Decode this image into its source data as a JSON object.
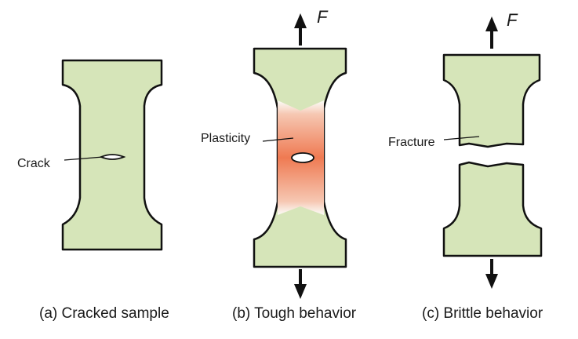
{
  "panels": {
    "a": {
      "caption": "(a) Cracked sample",
      "label": "Crack"
    },
    "b": {
      "caption": "(b) Tough behavior",
      "label": "Plasticity",
      "force": "F"
    },
    "c": {
      "caption": "(c) Brittle behavior",
      "label": "Fracture",
      "force": "F"
    }
  },
  "colors": {
    "specimen": "#d6e5b9",
    "plastic_zone": "#ef7a52",
    "outline": "#111111"
  }
}
